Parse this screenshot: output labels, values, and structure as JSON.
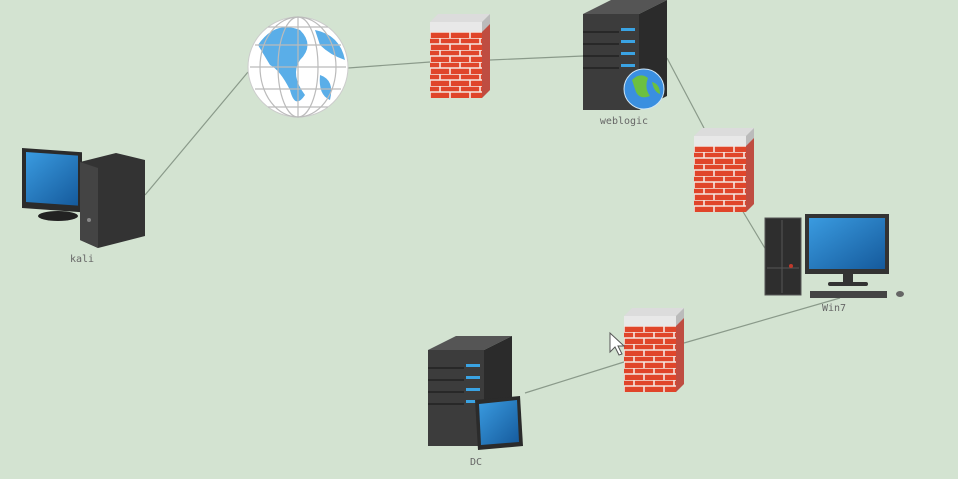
{
  "nodes": {
    "kali": {
      "label": "kali"
    },
    "internet": {
      "label": ""
    },
    "weblogic": {
      "label": "weblogic"
    },
    "win7": {
      "label": "Win7"
    },
    "dc": {
      "label": "DC"
    }
  },
  "colors": {
    "background": "#d3e3d1",
    "link": "#8a9a8a",
    "brick": "#e0452a",
    "server": "#3a3a3a",
    "screen": "#1f6fb5"
  }
}
